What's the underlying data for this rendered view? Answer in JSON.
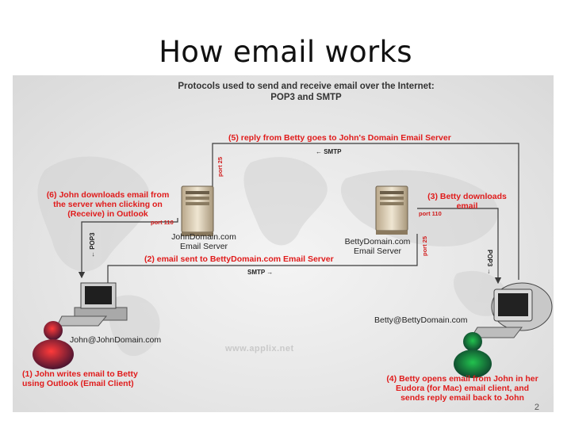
{
  "slide": {
    "title": "How email works",
    "page_number": "2"
  },
  "diagram": {
    "heading_line1": "Protocols used to send and receive email over the Internet:",
    "heading_line2": "POP3 and SMTP",
    "step1_line1": "(1) John writes email to Betty",
    "step1_line2": "using Outlook (Email Client)",
    "step2": "(2) email sent to BettyDomain.com Email Server",
    "step3_line1": "(3) Betty downloads",
    "step3_line2": "email",
    "step4_line1": "(4) Betty opens email from John in her",
    "step4_line2": "Eudora (for Mac) email client, and",
    "step4_line3": "sends reply email back to John",
    "step5": "(5) reply from Betty goes to John's Domain Email Server",
    "step6_line1": "(6) John downloads email from",
    "step6_line2": "the server when clicking on",
    "step6_line3": "(Receive) in Outlook",
    "john_server_line1": "JohnDomain.com",
    "john_server_line2": "Email Server",
    "betty_server_line1": "BettyDomain.com",
    "betty_server_line2": "Email Server",
    "john_email": "John@JohnDomain.com",
    "betty_email": "Betty@BettyDomain.com",
    "smtp_top": "← SMTP",
    "smtp_bottom": "SMTP →",
    "pop3_left": "← POP3",
    "pop3_right": "POP3 →",
    "port25_top": "port 25",
    "port110_left": "port 110",
    "port110_right": "port 110",
    "port25_right": "port 25",
    "watermark": "www.applix.net"
  },
  "colors": {
    "line": "#3a3a3a",
    "accent_red": "#e01b1b",
    "john_figure": "#d8141c",
    "betty_figure": "#139a3c"
  },
  "icons": {
    "server": "server-tower-icon",
    "computer": "desktop-computer-icon",
    "person": "person-icon"
  }
}
